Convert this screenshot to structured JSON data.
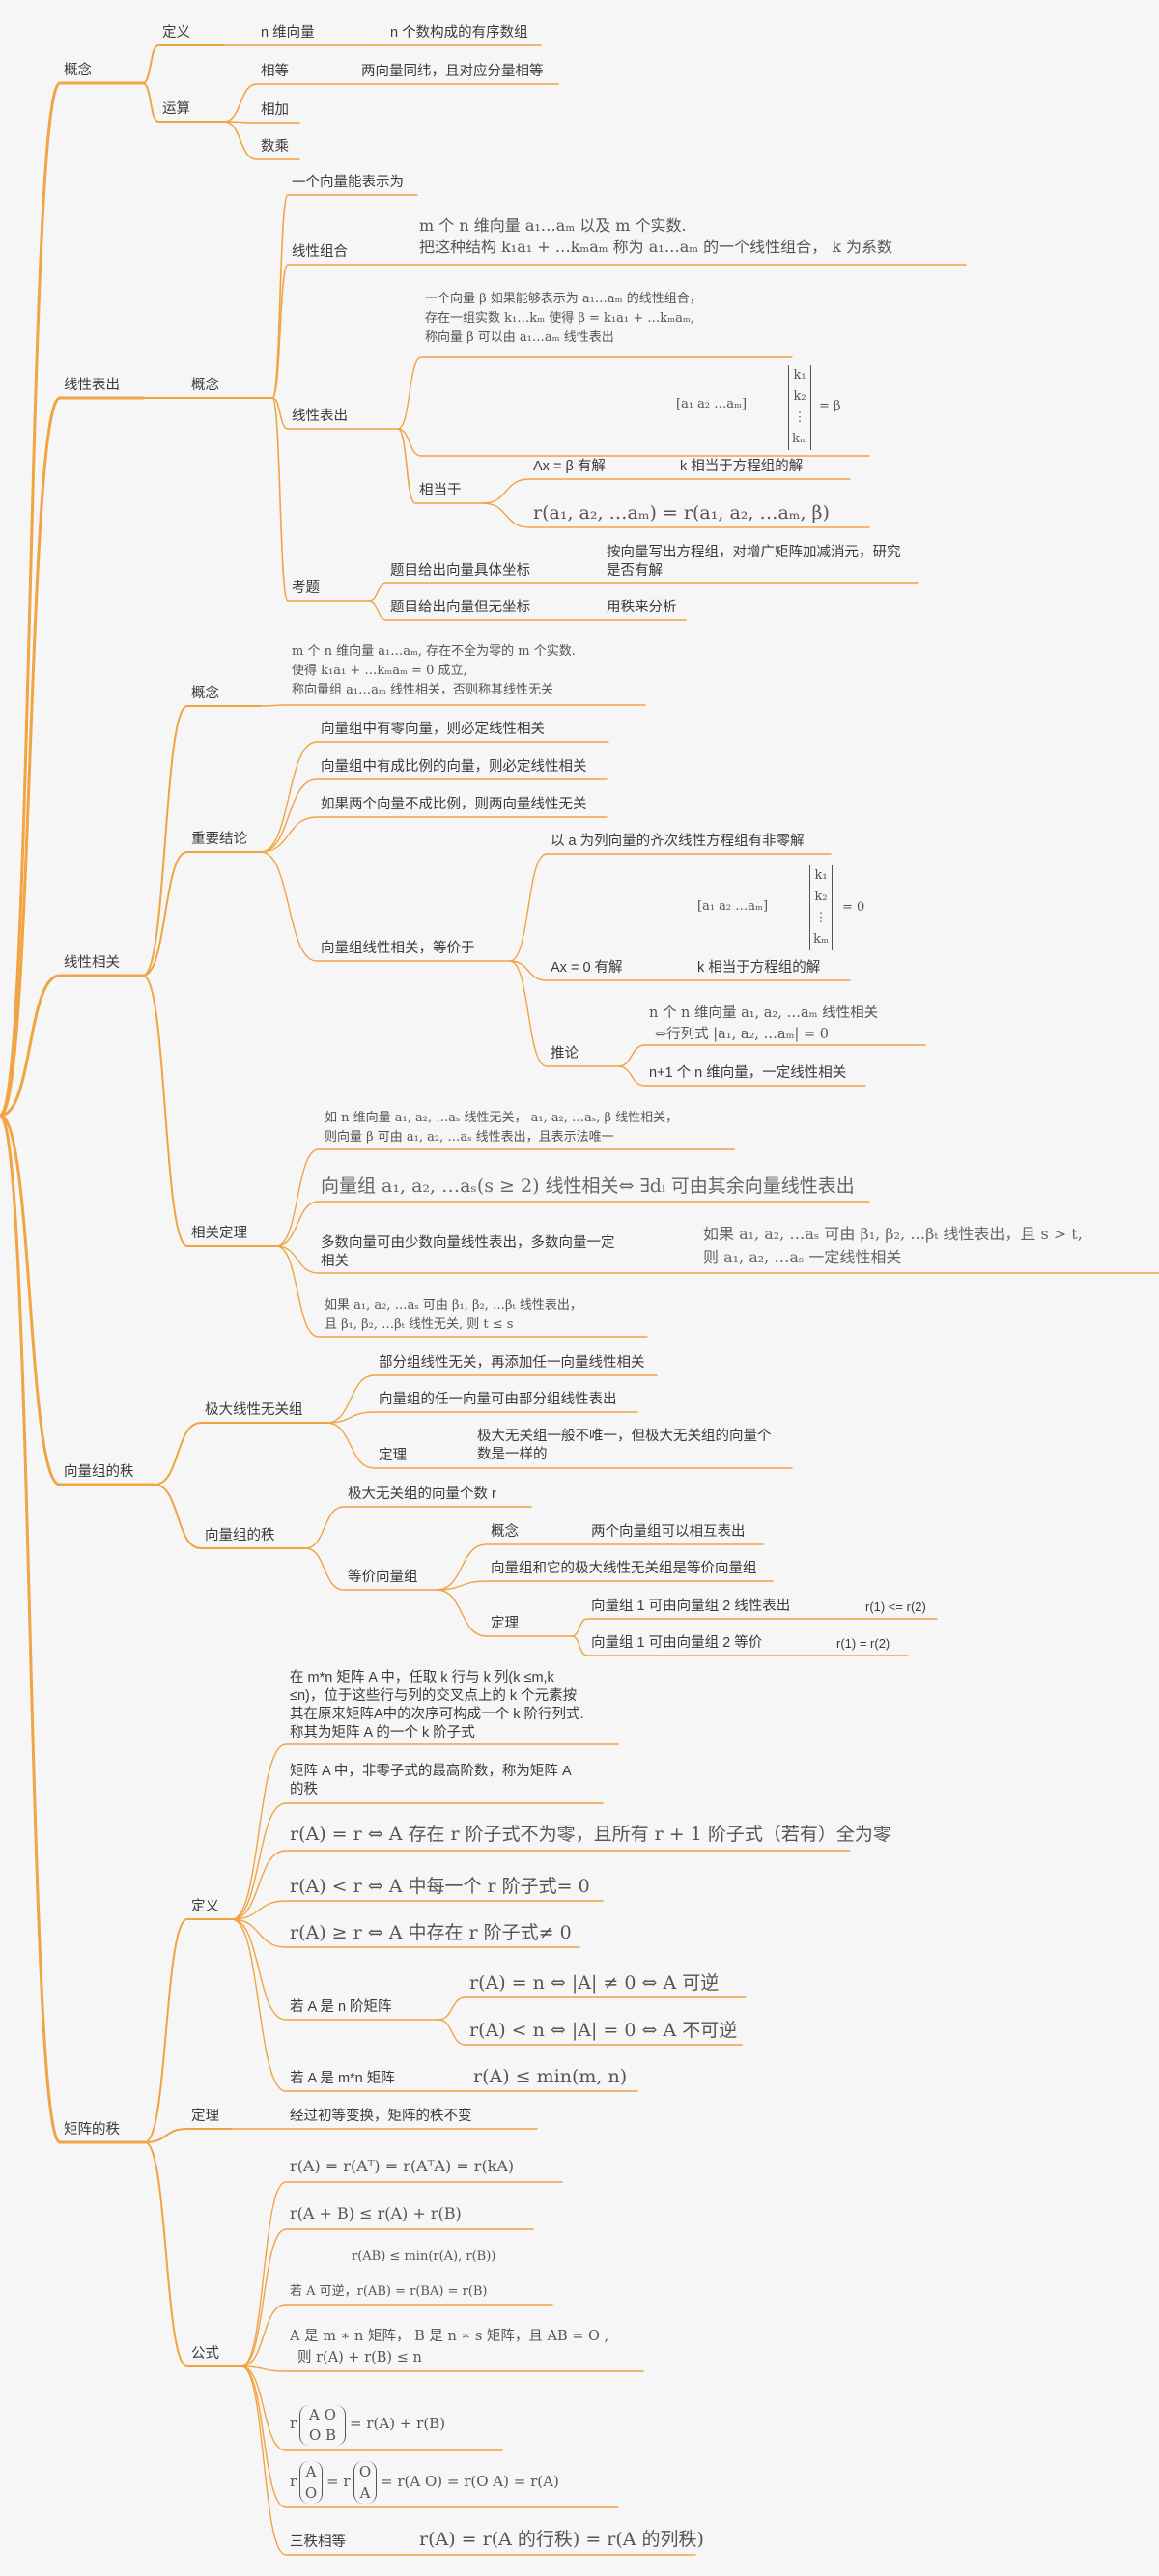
{
  "theme": {
    "branch_color": "#f0a442",
    "background": "#f6f6f7",
    "text_color": "#3b3b3b"
  },
  "nodes": {
    "concept": "概念",
    "c_def": "定义",
    "c_def_nvec": "n 维向量",
    "c_def_nvec_desc": "n 个数构成的有序数组",
    "c_ops": "运算",
    "c_ops_eq": "相等",
    "c_ops_eq_desc": "两向量同纬，且对应分量相等",
    "c_ops_add": "相加",
    "c_ops_mul": "数乘",
    "lr": "线性表出",
    "lr_concept": "概念",
    "lr_one": "一个向量能表示为",
    "lr_comb": "线性组合",
    "lr_comb_l1": "m 个 n 维向量 a₁…aₘ 以及 m 个实数.",
    "lr_comb_l2": "把这种结构 k₁a₁ + …kₘaₘ 称为 a₁…aₘ 的一个线性组合，  k 为系数",
    "lr_rep": "线性表出",
    "lr_rep_l1": "一个向量 β 如果能够表示为 a₁…aₘ 的线性组合，",
    "lr_rep_l2": "存在一组实数 k₁…kₘ 使得 β = k₁a₁ + …kₘaₘ,",
    "lr_rep_l3": "称向量 β 可以由 a₁…aₘ 线性表出",
    "lr_rep_matrix_row": "[a₁   a₂   …aₘ]",
    "lr_rep_matrix_k": [
      "k₁",
      "k₂",
      "⋮",
      "kₘ"
    ],
    "lr_rep_matrix_eq": "= β",
    "lr_equiv": "相当于",
    "lr_equiv_a": "Ax = β 有解",
    "lr_equiv_a_desc": "k 相当于方程组的解",
    "lr_equiv_r": "r(a₁, a₂, …aₘ) = r(a₁, a₂, …aₘ, β)",
    "lr_exam": "考题",
    "lr_exam_1": "题目给出向量具体坐标",
    "lr_exam_1_desc_l1": "按向量写出方程组，对增广矩阵加减消元，研究",
    "lr_exam_1_desc_l2": "是否有解",
    "lr_exam_2": "题目给出向量但无坐标",
    "lr_exam_2_desc": "用秩来分析",
    "ld": "线性相关",
    "ld_concept": "概念",
    "ld_concept_l1": "m 个 n 维向量 a₁…aₘ, 存在不全为零的 m 个实数.",
    "ld_concept_l2": "使得 k₁a₁ + …kₘaₘ = 0 成立,",
    "ld_concept_l3": "称向量组 a₁…aₘ 线性相关，否则称其线性无关",
    "ld_key": "重要结论",
    "ld_key_1": "向量组中有零向量，则必定线性相关",
    "ld_key_2": "向量组中有成比例的向量，则必定线性相关",
    "ld_key_3": "如果两个向量不成比例，则两向量线性无关",
    "ld_key_4": "向量组线性相关，等价于",
    "ld_key_4_a": "以 a 为列向量的齐次线性方程组有非零解",
    "ld_key_4_matrix_row": "[a₁   a₂   …aₘ]",
    "ld_key_4_matrix_k": [
      "k₁",
      "k₂",
      "⋮",
      "kₘ"
    ],
    "ld_key_4_matrix_eq": "= 0",
    "ld_key_4_b": "Ax = 0 有解",
    "ld_key_4_b_desc": "k 相当于方程组的解",
    "ld_key_4_c": "推论",
    "ld_key_4_c_1_l1": "n 个 n 维向量 a₁, a₂, …aₘ 线性相关",
    "ld_key_4_c_1_l2": "⇔行列式 |a₁, a₂, …aₘ| = 0",
    "ld_key_4_c_2": "n+1 个 n 维向量，一定线性相关",
    "ld_thm": "相关定理",
    "ld_thm_1_l1": "如 n 维向量 a₁, a₂, …aₛ 线性无关，  a₁, a₂, …aₛ, β 线性相关，",
    "ld_thm_1_l2": "则向量 β 可由 a₁, a₂, …aₛ 线性表出，且表示法唯一",
    "ld_thm_2": "向量组 a₁, a₂, …aₛ(s ≥ 2) 线性相关⇔ ∃dᵢ 可由其余向量线性表出",
    "ld_thm_3_l1": "多数向量可由少数向量线性表出，多数向量一定",
    "ld_thm_3_l2": "相关",
    "ld_thm_3_desc_l1": "如果 a₁, a₂, …aₛ 可由 β₁, β₂, …βₜ 线性表出，且 s > t,",
    "ld_thm_3_desc_l2": "则 a₁, a₂, …aₛ 一定线性相关",
    "ld_thm_4_l1": "如果 a₁, a₂, …aₛ 可由 β₁, β₂, …βₜ 线性表出，",
    "ld_thm_4_l2": "且 β₁, β₂, …βₜ 线性无关, 则 t ≤ s",
    "vr": "向量组的秩",
    "vr_max": "极大线性无关组",
    "vr_max_1": "部分组线性无关，再添加任一向量线性相关",
    "vr_max_2": "向量组的任一向量可由部分组线性表出",
    "vr_max_3": "定理",
    "vr_max_3_desc_l1": "极大无关组一般不唯一，但极大无关组的向量个",
    "vr_max_3_desc_l2": "数是一样的",
    "vr_rank": "向量组的秩",
    "vr_rank_1": "极大无关组的向量个数 r",
    "vr_rank_eq": "等价向量组",
    "vr_rank_eq_c": "概念",
    "vr_rank_eq_c_desc": "两个向量组可以相互表出",
    "vr_rank_eq_2": "向量组和它的极大线性无关组是等价向量组",
    "vr_rank_eq_t": "定理",
    "vr_rank_eq_t_1": "向量组 1 可由向量组 2 线性表出",
    "vr_rank_eq_t_1_r": "r(1) <= r(2)",
    "vr_rank_eq_t_2": "向量组 1 可由向量组 2 等价",
    "vr_rank_eq_t_2_r": "r(1) = r(2)",
    "mr": "矩阵的秩",
    "mr_def": "定义",
    "mr_def_1_l1": "在 m*n 矩阵 A 中，任取 k 行与 k 列(k ≤m,k",
    "mr_def_1_l2": "≤n)，位于这些行与列的交叉点上的 k 个元素按",
    "mr_def_1_l3": "其在原来矩阵A中的次序可构成一个 k 阶行列式.",
    "mr_def_1_l4": "称其为矩阵 A 的一个 k 阶子式",
    "mr_def_2_l1": "矩阵 A 中，非零子式的最高阶数，称为矩阵 A",
    "mr_def_2_l2": "的秩",
    "mr_def_3": "r(A) = r ⇔ A 存在 r 阶子式不为零，且所有 r + 1 阶子式（若有）全为零",
    "mr_def_4": "r(A) < r ⇔ A 中每一个 r 阶子式= 0",
    "mr_def_5": "r(A) ≥ r ⇔ A 中存在 r 阶子式≠ 0",
    "mr_def_6": "若 A 是 n 阶矩阵",
    "mr_def_6_a": "r(A) = n ⇔ |A| ≠ 0 ⇔ A 可逆",
    "mr_def_6_b": "r(A) < n ⇔ |A| = 0 ⇔ A 不可逆",
    "mr_def_7": "若 A 是 m*n 矩阵",
    "mr_def_7_a": "r(A) ≤ min(m, n)",
    "mr_thm": "定理",
    "mr_thm_1": "经过初等变换，矩阵的秩不变",
    "mr_form": "公式",
    "mr_form_1": "r(A) = r(Aᵀ) = r(AᵀA) = r(kA)",
    "mr_form_2": "r(A + B) ≤ r(A) + r(B)",
    "mr_form_3a": "r(AB) ≤ min(r(A), r(B))",
    "mr_form_3b": "若 A 可逆，r(AB) = r(BA) = r(B)",
    "mr_form_4_l1": "A 是 m ∗ n 矩阵，  B 是 n ∗ s 矩阵，且 AB = O ,",
    "mr_form_4_l2": "则 r(A) + r(B) ≤ n",
    "mr_form_5_r": "r",
    "mr_form_5_m1": "A   O",
    "mr_form_5_m2": "O   B",
    "mr_form_5_rhs": "= r(A) + r(B)",
    "mr_form_6_r": "r",
    "mr_form_6_m1": "A",
    "mr_form_6_m2": "O",
    "mr_form_6_mid": "= r",
    "mr_form_6_m3": "O",
    "mr_form_6_m4": "A",
    "mr_form_6_rhs": "= r(A   O) = r(O   A) = r(A)",
    "mr_form_7": "三秩相等",
    "mr_form_7_desc": "r(A) = r(A 的行秩) = r(A 的列秩)"
  }
}
